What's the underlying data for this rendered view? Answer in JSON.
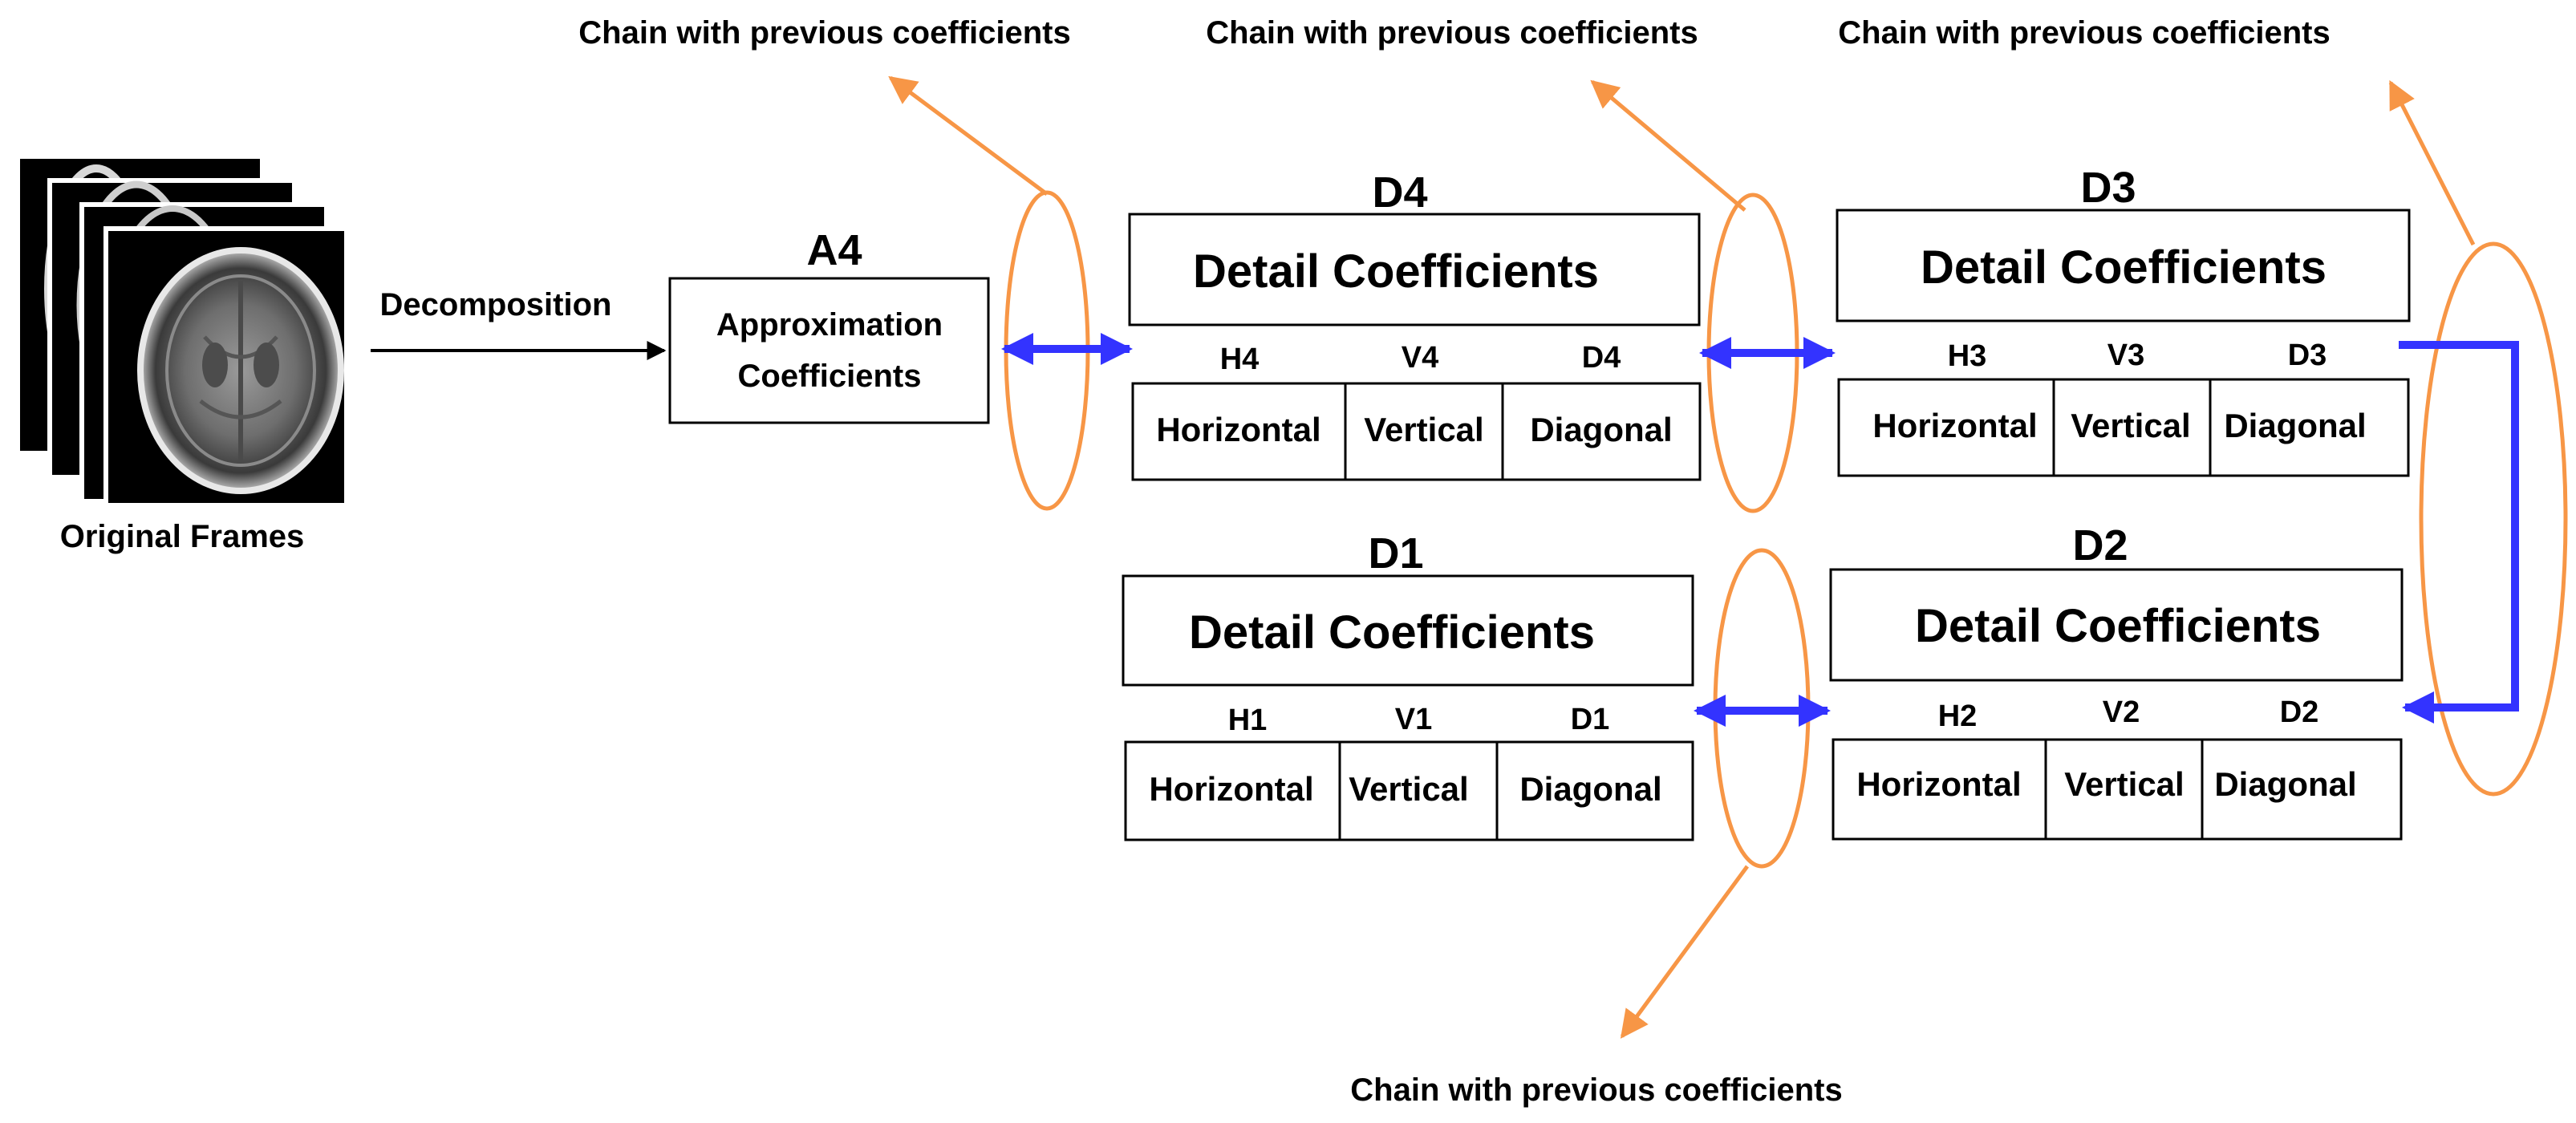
{
  "source": {
    "caption": "Original Frames",
    "arrow_label": "Decomposition"
  },
  "approximation": {
    "title": "A4",
    "line1": "Approximation",
    "line2": "Coefficients"
  },
  "levels": [
    {
      "title": "D4",
      "box_label": "Detail Coefficients",
      "bands": [
        {
          "code": "H4",
          "name": "Horizontal"
        },
        {
          "code": "V4",
          "name": "Vertical"
        },
        {
          "code": "D4",
          "name": "Diagonal"
        }
      ]
    },
    {
      "title": "D3",
      "box_label": "Detail Coefficients",
      "bands": [
        {
          "code": "H3",
          "name": "Horizontal"
        },
        {
          "code": "V3",
          "name": "Vertical"
        },
        {
          "code": "D3",
          "name": "Diagonal"
        }
      ]
    },
    {
      "title": "D2",
      "box_label": "Detail Coefficients",
      "bands": [
        {
          "code": "H2",
          "name": "Horizontal"
        },
        {
          "code": "V2",
          "name": "Vertical"
        },
        {
          "code": "D2",
          "name": "Diagonal"
        }
      ]
    },
    {
      "title": "D1",
      "box_label": "Detail Coefficients",
      "bands": [
        {
          "code": "H1",
          "name": "Horizontal"
        },
        {
          "code": "V1",
          "name": "Vertical"
        },
        {
          "code": "D1",
          "name": "Diagonal"
        }
      ]
    }
  ],
  "chain_labels": [
    "Chain with previous coefficients",
    "Chain with previous coefficients",
    "Chain with previous coefficients",
    "Chain with previous coefficients"
  ],
  "colors": {
    "chain": "#F79646",
    "link": "#3333FF",
    "box_stroke": "#000000"
  }
}
